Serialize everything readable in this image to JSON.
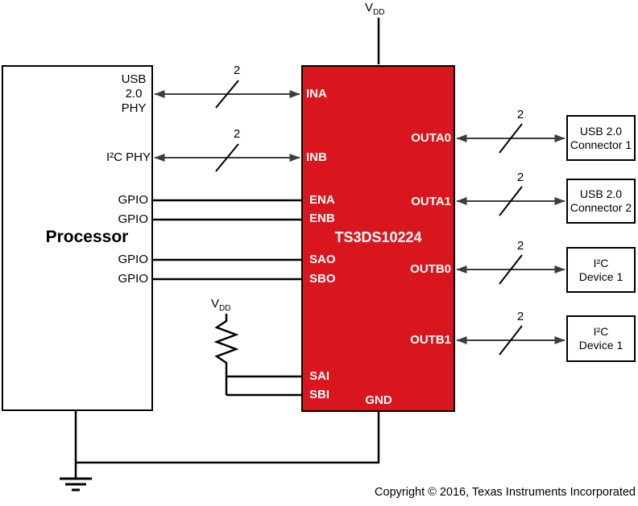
{
  "colors": {
    "chip_fill": "#d9161e",
    "chip_text": "#ffffff",
    "wire": "#000000",
    "bus_arrow": "#3c3c3c",
    "background": "#ffffff"
  },
  "power": {
    "vdd": {
      "v": "V",
      "sub": "DD"
    }
  },
  "processor": {
    "label": "Processor",
    "ports": {
      "usb_phy_lines": [
        "USB",
        "2.0",
        "PHY"
      ],
      "i2c_phy": "I²C PHY",
      "gpio_ena": "GPIO",
      "gpio_enb": "GPIO",
      "gpio_sao": "GPIO",
      "gpio_sbo": "GPIO"
    }
  },
  "chip": {
    "label": "TS3DS10224",
    "pins": {
      "ina": "INA",
      "inb": "INB",
      "ena": "ENA",
      "enb": "ENB",
      "sao": "SAO",
      "sbo": "SBO",
      "sai": "SAI",
      "sbi": "SBI",
      "outa0": "OUTA0",
      "outa1": "OUTA1",
      "outb0": "OUTB0",
      "outb1": "OUTB1",
      "gnd": "GND"
    }
  },
  "devices": [
    {
      "lines": [
        "USB 2.0",
        "Connector 1"
      ]
    },
    {
      "lines": [
        "USB 2.0",
        "Connector 2"
      ]
    },
    {
      "lines": [
        "I²C",
        "Device 1"
      ]
    },
    {
      "lines": [
        "I²C",
        "Device 1"
      ]
    }
  ],
  "bus_width_label": "2",
  "footer": {
    "copyright": "Copyright © 2016, Texas Instruments Incorporated"
  }
}
